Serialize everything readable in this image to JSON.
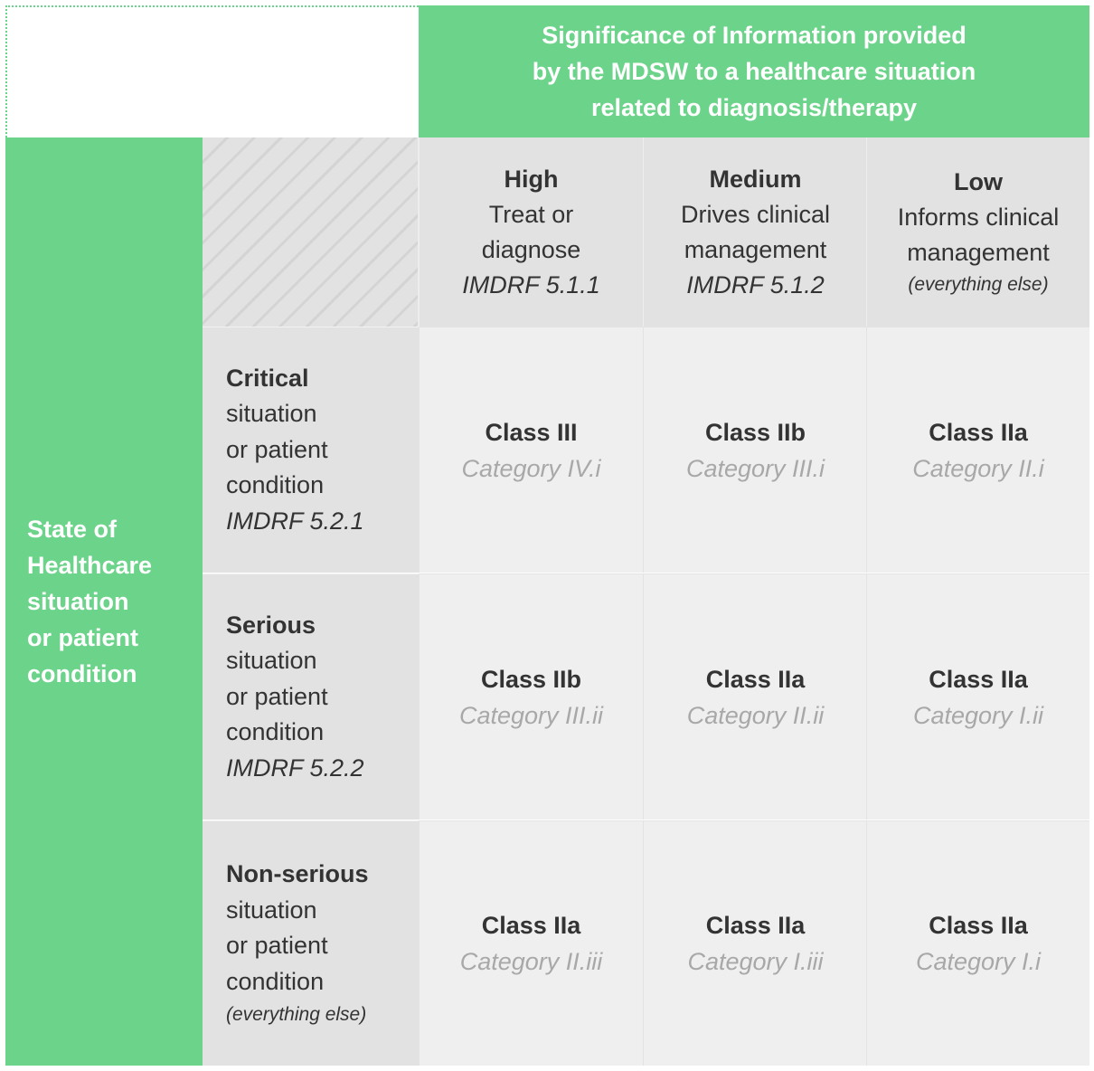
{
  "header": {
    "line1": "Significance of Information provided",
    "line2": "by the MDSW to a healthcare situation",
    "line3": "related to diagnosis/therapy"
  },
  "side_header": {
    "line1": "State of",
    "line2": "Healthcare",
    "line3": "situation",
    "line4": "or patient",
    "line5": "condition"
  },
  "columns": [
    {
      "title": "High",
      "line1": "Treat or",
      "line2": "diagnose",
      "ref": "IMDRF 5.1.1"
    },
    {
      "title": "Medium",
      "line1": "Drives clinical",
      "line2": "management",
      "ref": "IMDRF 5.1.2"
    },
    {
      "title": "Low",
      "line1": "Informs clinical",
      "line2": "management",
      "ref": "(everything else)"
    }
  ],
  "rows": [
    {
      "title": "Critical",
      "line1": "situation",
      "line2": "or patient",
      "line3": "condition",
      "ref": "IMDRF 5.2.1",
      "cells": [
        {
          "class": "Class III",
          "category": "Category IV.i"
        },
        {
          "class": "Class IIb",
          "category": "Category III.i"
        },
        {
          "class": "Class IIa",
          "category": "Category II.i"
        }
      ]
    },
    {
      "title": "Serious",
      "line1": "situation",
      "line2": "or patient",
      "line3": "condition",
      "ref": "IMDRF 5.2.2",
      "cells": [
        {
          "class": "Class IIb",
          "category": "Category III.ii"
        },
        {
          "class": "Class IIa",
          "category": "Category II.ii"
        },
        {
          "class": "Class IIa",
          "category": "Category I.ii"
        }
      ]
    },
    {
      "title": "Non-serious",
      "line1": "situation",
      "line2": "or patient",
      "line3": "condition",
      "ref": "(everything else)",
      "cells": [
        {
          "class": "Class IIa",
          "category": "Category II.iii"
        },
        {
          "class": "Class IIa",
          "category": "Category I.iii"
        },
        {
          "class": "Class IIa",
          "category": "Category I.i"
        }
      ]
    }
  ],
  "colors": {
    "accent_green": "#6cd38a",
    "header_gray": "#e2e2e2",
    "cell_gray": "#efefef",
    "category_text": "#a8a8a8"
  }
}
